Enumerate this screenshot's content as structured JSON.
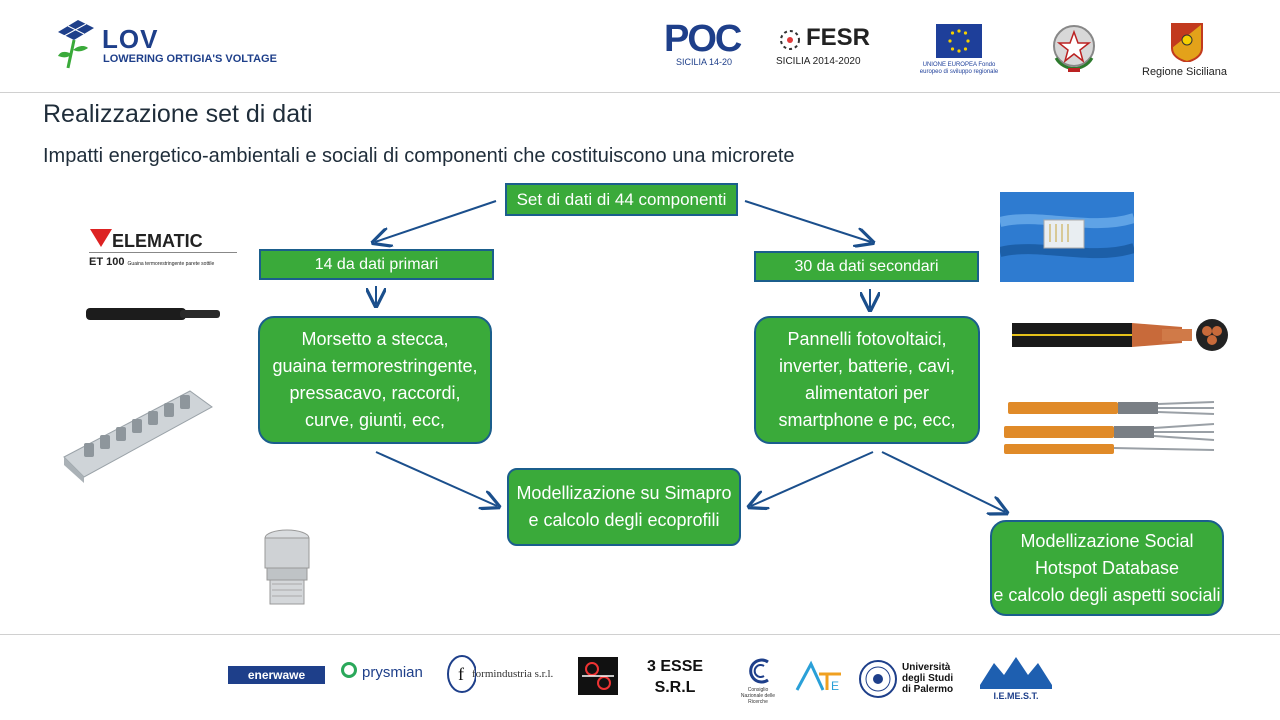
{
  "header": {
    "project_name": "LOV",
    "project_subtitle": "LOWERING ORTIGIA'S VOLTAGE",
    "poc_logo": "POC",
    "poc_sub": "SICILIA 14-20",
    "fesr_logo": "FESR",
    "fesr_sub": "SICILIA 2014-2020",
    "eu_label": "UNIONE EUROPEA Fondo europeo di sviluppo regionale",
    "region_label": "Regione Siciliana"
  },
  "slide": {
    "title": "Realizzazione set di dati",
    "subtitle": "Impatti energetico-ambientali e sociali di componenti che costituiscono una microrete"
  },
  "diagram": {
    "top": "Set di dati di 44 componenti",
    "left_branch": "14 da dati primari",
    "right_branch": "30 da dati secondari",
    "left_detail": [
      "Morsetto a stecca,",
      "guaina termorestringente,",
      "pressacavo, raccordi,",
      "curve, giunti, ecc,"
    ],
    "right_detail": [
      "Pannelli fotovoltaici,",
      "inverter, batterie, cavi,",
      "alimentatori per",
      "smartphone e pc, ecc,"
    ],
    "center_result": [
      "Modellizazione su Simapro",
      "e calcolo degli ecoprofili"
    ],
    "social_result": [
      "Modellizazione Social",
      "Hotspot Database",
      "e calcolo degli aspetti sociali"
    ]
  },
  "side": {
    "elematic_brand": "ELEMATIC",
    "elematic_product": "ET 100",
    "elematic_desc": "Guaina termorestringente parete sottile"
  },
  "footer": {
    "enerwawe": "enerwawe",
    "prysmian": "prysmian",
    "formindustria": "formindustria s.r.l.",
    "esse_line1": "3 ESSE",
    "esse_line2": "S.R.L",
    "cnr": "Consiglio Nazionale delle Ricerche",
    "unipa": [
      "Università",
      "degli Studi",
      "di Palermo"
    ],
    "iemest": "I.E.ME.S.T."
  },
  "colors": {
    "box_fill": "#3aaa3a",
    "box_border": "#1b5e8c",
    "arrow": "#1b4f8c",
    "brand_blue": "#1e3f8a"
  }
}
